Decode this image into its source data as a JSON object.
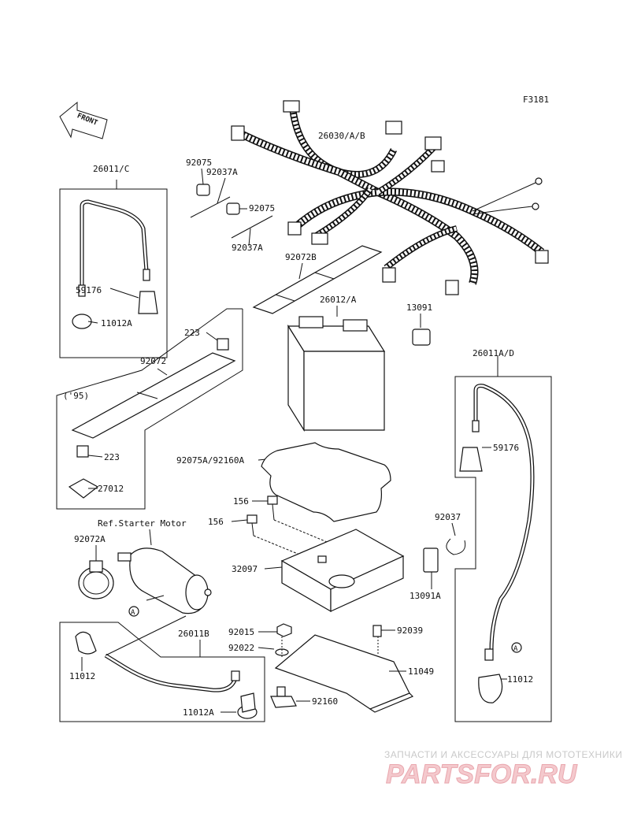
{
  "figure_code": "F3181",
  "front_label": "FRONT",
  "reference_note": "Ref.Starter Motor",
  "part_labels": {
    "p26011_c": "26011/C",
    "p59176_left": "59176",
    "p11012a_top": "11012A",
    "p92075_top": "92075",
    "p92037a_top": "92037A",
    "p92075_mid": "92075",
    "p92037a_bot": "92037A",
    "p26030": "26030/A/B",
    "p92072b": "92072B",
    "p26012": "26012/A",
    "p13091": "13091",
    "p223_top": "223",
    "p92072": "92072",
    "p95": "('95)",
    "p223_bot": "223",
    "p27012": "27012",
    "p26011ad": "26011A/D",
    "p59176_right": "59176",
    "p92075a": "92075A/92160A",
    "p156_a": "156",
    "p156_b": "156",
    "p92037": "92037",
    "p92072a": "92072A",
    "p32097": "32097",
    "p13091a": "13091A",
    "pA_left": "A",
    "p26011b": "26011B",
    "p92015": "92015",
    "p92039": "92039",
    "p11012_left": "11012",
    "p92022": "92022",
    "p11049": "11049",
    "p11012_right": "11012",
    "pA_right": "A",
    "p11012a_bot": "11012A",
    "p92160": "92160"
  },
  "watermark": {
    "tagline": "ЗАПЧАСТИ И АКСЕССУАРЫ ДЛЯ МОТОТЕХНИКИ",
    "logo": "PARTSFOR.RU",
    "logo_color": "#e9a7ae"
  }
}
